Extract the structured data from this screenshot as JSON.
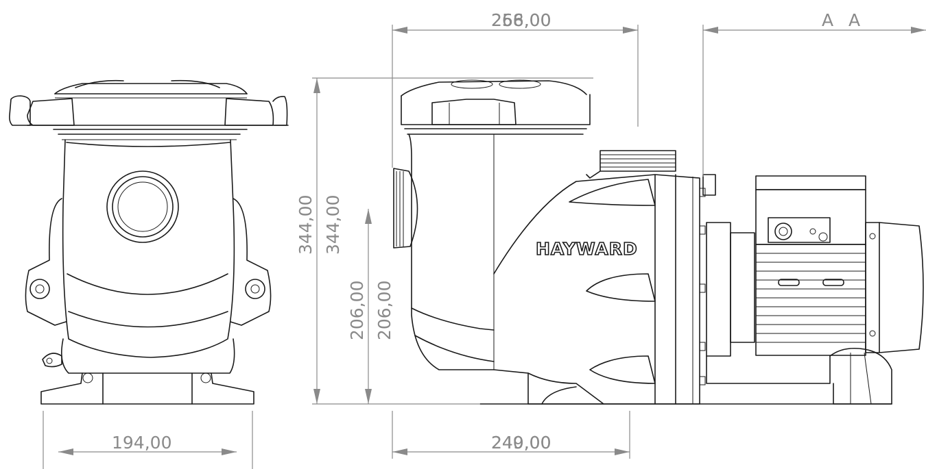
{
  "drawing": {
    "brand": "HAYWARD",
    "section_marks": {
      "left": "A",
      "right": "A"
    },
    "dimensions": {
      "top_overlap_a": "258,00",
      "top_overlap_b": "266,00",
      "height_outer_a": "344,00",
      "height_outer_b": "344,00",
      "height_inner_a": "206,00",
      "height_inner_b": "206,00",
      "base_width": "194,00",
      "bottom_overlap_a": "249,00",
      "bottom_overlap_b": "240,00"
    }
  }
}
